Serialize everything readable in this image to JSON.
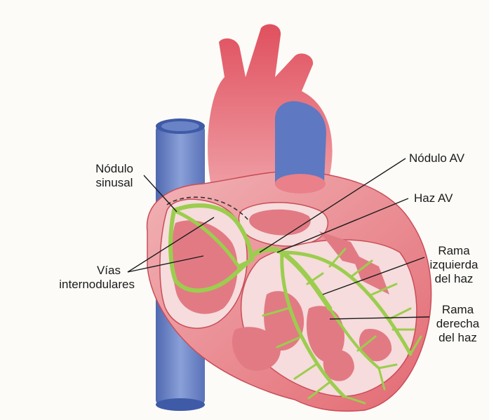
{
  "labels": {
    "nodulo_sinusal": [
      "Nódulo",
      "sinusal"
    ],
    "vias_internodulares": [
      "Vías",
      "internodulares"
    ],
    "nodulo_av": "Nódulo AV",
    "haz_av": "Haz AV",
    "rama_izquierda": [
      "Rama",
      "izquierda",
      "del haz"
    ],
    "rama_derecha": [
      "Rama",
      "derecha",
      "del haz"
    ]
  },
  "colors": {
    "muscle": "#e47c84",
    "muscle_dark": "#d2525c",
    "chamber": "#f6dcdc",
    "vein": "#6f88cc",
    "vein_dark": "#4f68b0",
    "conduction": "#9ccd4e",
    "background": "#fcfbf7"
  }
}
